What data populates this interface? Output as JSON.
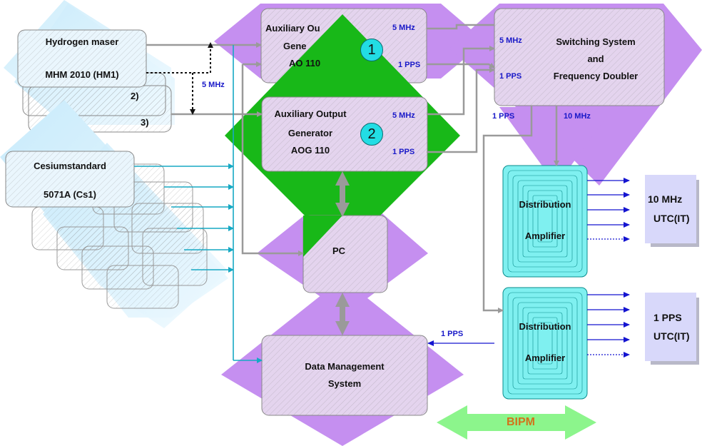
{
  "hydrogen_maser": {
    "title": "Hydrogen maser",
    "model": "MHM 2010 (HM1)",
    "stack_labels": [
      "2)",
      "3)"
    ],
    "output_freq": "5 MHz"
  },
  "cesium": {
    "title": "Cesiumstandard",
    "model": "5071A (Cs1)"
  },
  "aog1": {
    "title": "Auxiliary Ou",
    "line2": "Gene",
    "line3": "AO  110",
    "number": "1",
    "out_freq": "5 MHz",
    "out_pps": "1 PPS"
  },
  "aog2": {
    "title": "Auxiliary Output",
    "line2": "Generator",
    "line3": "AOG 110",
    "number": "2",
    "out_freq": "5 MHz",
    "out_pps": "1 PPS"
  },
  "switching": {
    "line1": "Switching System",
    "line2": "and",
    "line3": "Frequency Doubler",
    "in_freq": "5 MHz",
    "in_pps": "1 PPS",
    "out_pps": "1 PPS",
    "out_freq": "10 MHz"
  },
  "pc": {
    "label": "PC"
  },
  "dms": {
    "line1": "Data Management",
    "line2": "System",
    "in_pps": "1 PPS"
  },
  "dist1": {
    "line1": "Distribution",
    "line2": "Amplifier"
  },
  "dist2": {
    "line1": "Distribution",
    "line2": "Amplifier"
  },
  "out1": {
    "line1": "10 MHz",
    "line2": "UTC(IT)"
  },
  "out2": {
    "line1": "1 PPS",
    "line2": "UTC(IT)"
  },
  "bipm": {
    "label": "BIPM"
  },
  "colors": {
    "violet": "#c58ff0",
    "violet_box": "#e4d4ee",
    "green": "#18b818",
    "sky": "#a9dcf5",
    "cyan": "#7ff0f0",
    "lavender": "#d8d8fa",
    "arrow_gray": "#9a9a9a",
    "teal_line": "#16a9c4",
    "blue_line": "#1414d0",
    "bipm_green": "#8cf58c",
    "bipm_text": "#d2731a"
  }
}
